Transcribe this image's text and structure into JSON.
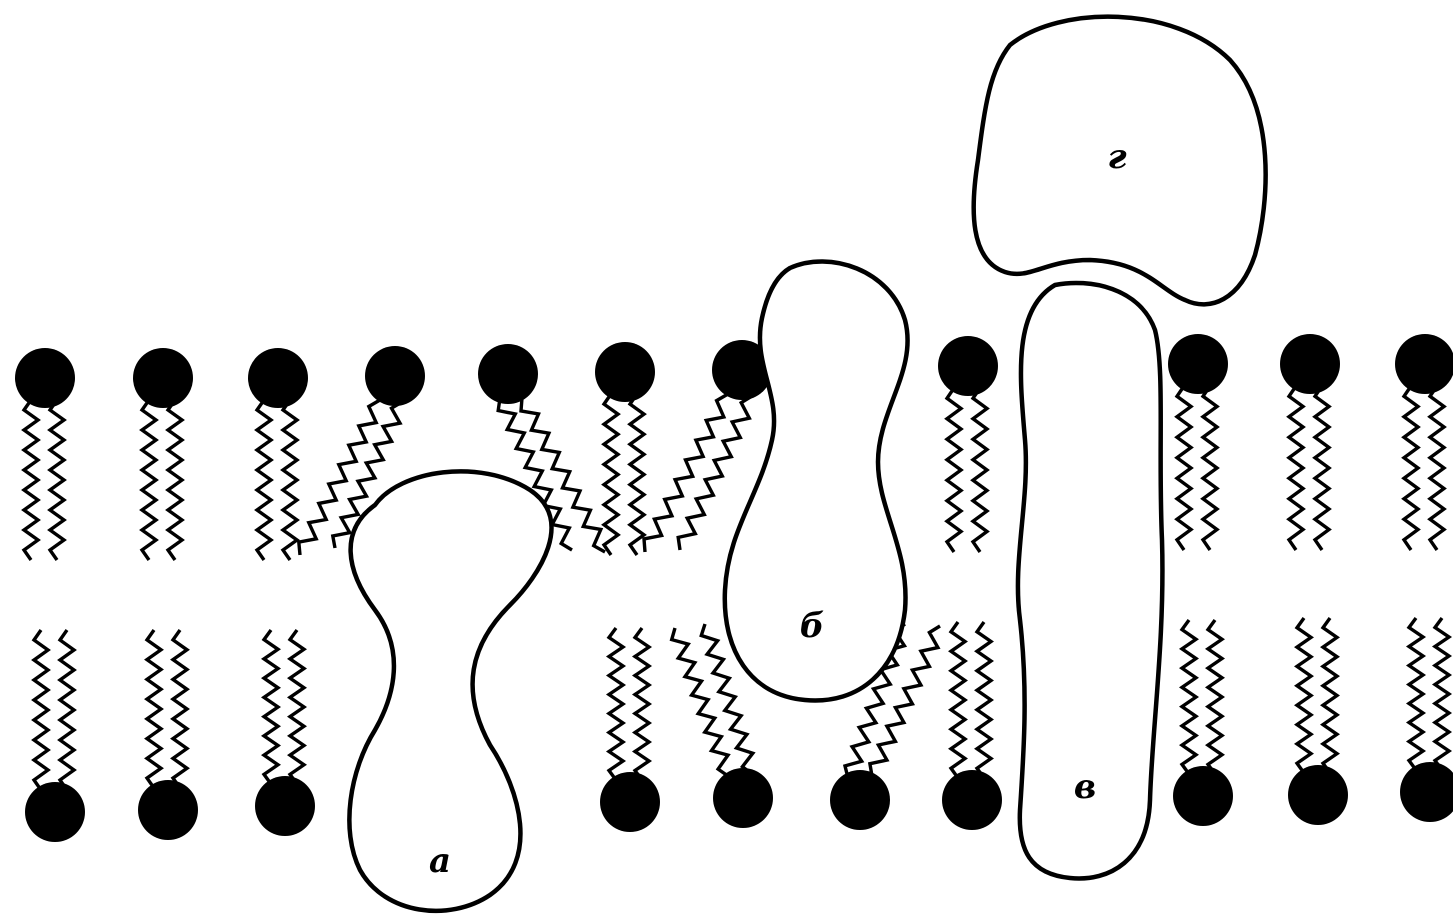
{
  "diagram": {
    "labels": {
      "a": "а",
      "b": "б",
      "v": "в",
      "g": "г"
    },
    "colors": {
      "ink": "#000000",
      "paper": "#ffffff"
    }
  }
}
